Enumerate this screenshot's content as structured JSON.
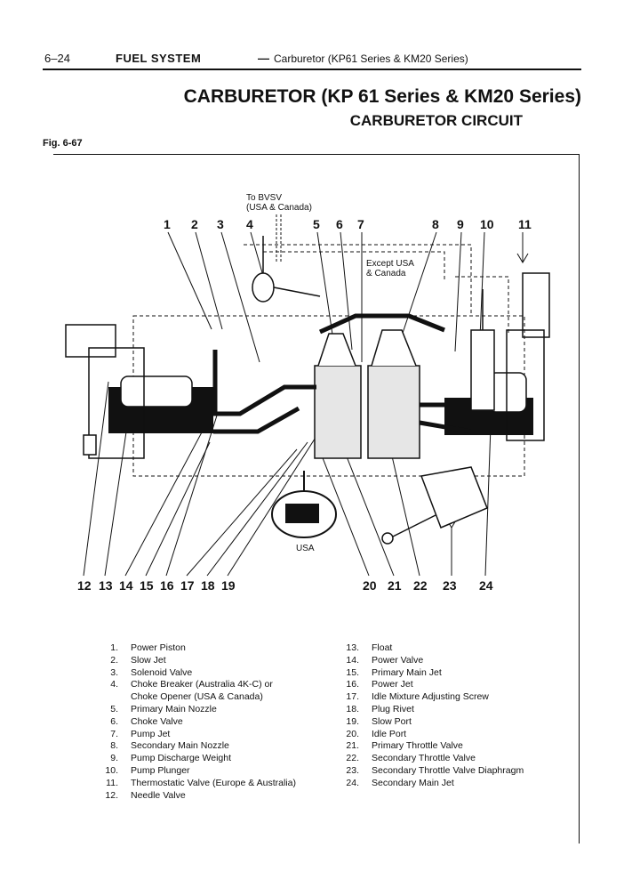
{
  "header": {
    "page_number": "6–24",
    "section": "FUEL SYSTEM",
    "dash": "—",
    "subsection": "Carburetor (KP61 Series & KM20 Series)"
  },
  "title": "CARBURETOR (KP 61 Series & KM20 Series)",
  "subtitle": "CARBURETOR CIRCUIT",
  "figure_label": "Fig. 6-67",
  "diagram": {
    "notes": {
      "to_bvsv_line1": "To BVSV",
      "to_bvsv_line2": "(USA & Canada)",
      "except_line1": "Except USA",
      "except_line2": "& Canada",
      "usa": "USA"
    },
    "top_callouts": [
      "1",
      "2",
      "3",
      "4",
      "5",
      "6",
      "7",
      "8",
      "9",
      "10",
      "11"
    ],
    "bottom_callouts": [
      "12",
      "13",
      "14",
      "15",
      "16",
      "17",
      "18",
      "19",
      "20",
      "21",
      "22",
      "23",
      "24"
    ]
  },
  "legend_left": [
    {
      "num": "1.",
      "text": "Power Piston"
    },
    {
      "num": "2.",
      "text": "Slow Jet"
    },
    {
      "num": "3.",
      "text": "Solenoid Valve"
    },
    {
      "num": "4.",
      "text": "Choke Breaker (Australia 4K-C) or"
    },
    {
      "num": "",
      "text": "Choke Opener (USA & Canada)"
    },
    {
      "num": "5.",
      "text": "Primary Main Nozzle"
    },
    {
      "num": "6.",
      "text": "Choke Valve"
    },
    {
      "num": "7.",
      "text": "Pump Jet"
    },
    {
      "num": "8.",
      "text": "Secondary Main Nozzle"
    },
    {
      "num": "9.",
      "text": "Pump Discharge Weight"
    },
    {
      "num": "10.",
      "text": "Pump Plunger"
    },
    {
      "num": "11.",
      "text": "Thermostatic Valve (Europe & Australia)"
    },
    {
      "num": "12.",
      "text": "Needle Valve"
    }
  ],
  "legend_right": [
    {
      "num": "13.",
      "text": "Float"
    },
    {
      "num": "14.",
      "text": "Power Valve"
    },
    {
      "num": "15.",
      "text": "Primary Main Jet"
    },
    {
      "num": "16.",
      "text": "Power Jet"
    },
    {
      "num": "17.",
      "text": "Idle Mixture Adjusting Screw"
    },
    {
      "num": "18.",
      "text": "Plug Rivet"
    },
    {
      "num": "19.",
      "text": "Slow Port"
    },
    {
      "num": "20.",
      "text": "Idle Port"
    },
    {
      "num": "21.",
      "text": "Primary Throttle Valve"
    },
    {
      "num": "22.",
      "text": "Secondary Throttle Valve"
    },
    {
      "num": "23.",
      "text": "Secondary Throttle Valve Diaphragm"
    },
    {
      "num": "24.",
      "text": "Secondary Main Jet"
    }
  ]
}
